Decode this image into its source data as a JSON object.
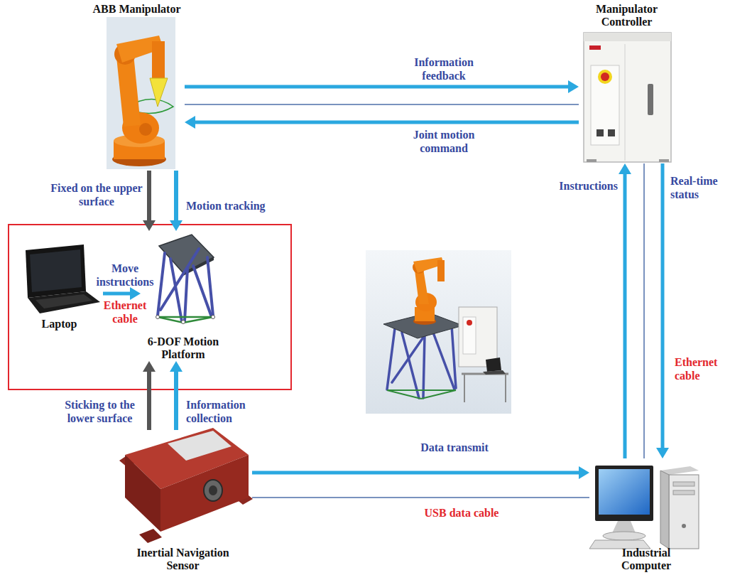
{
  "diagram": {
    "nodes": [
      {
        "text": [
          "ABB Manipulator"
        ]
      },
      {
        "text": [
          "Manipulator Controller"
        ]
      },
      {
        "text": [
          "Laptop"
        ]
      },
      {
        "text": [
          "6-DOF Motion Platform"
        ]
      },
      {
        "text": [
          "Inertial Navigation Sensor"
        ]
      },
      {
        "text": [
          "Industrial Computer"
        ]
      }
    ],
    "edges": [
      {
        "from": 0,
        "to": 1,
        "arrow": "none"
      },
      {
        "from": 0,
        "to": 1,
        "label": "Information feedback",
        "arrow": "to"
      },
      {
        "from": 1,
        "to": 0,
        "label": "Joint motion command",
        "arrow": "to"
      },
      {
        "from": 0,
        "to": 3,
        "label": "Fixed on the upper surface",
        "arrow": "to"
      },
      {
        "from": 0,
        "to": 3,
        "label": "Motion tracking",
        "arrow": "to"
      },
      {
        "from": 2,
        "to": 3,
        "label": "Move instructions",
        "arrow": "to"
      },
      {
        "from": 4,
        "to": 3,
        "label": "Sticking to the lower surface",
        "arrow": "to"
      },
      {
        "from": 4,
        "to": 3,
        "label": "Information collection",
        "arrow": "to"
      },
      {
        "from": 4,
        "to": 5,
        "arrow": "none"
      },
      {
        "from": 4,
        "to": 5,
        "label": "Data transmit",
        "arrow": "to"
      },
      {
        "from": 1,
        "to": 5,
        "arrow": "none"
      },
      {
        "from": 5,
        "to": 1,
        "label": "Instructions",
        "arrow": "to"
      },
      {
        "from": 1,
        "to": 5,
        "label": "Real-time status",
        "arrow": "to"
      }
    ],
    "labels": [
      "Ethernet cable",
      "Ethernet cable",
      "USB data cable"
    ]
  }
}
